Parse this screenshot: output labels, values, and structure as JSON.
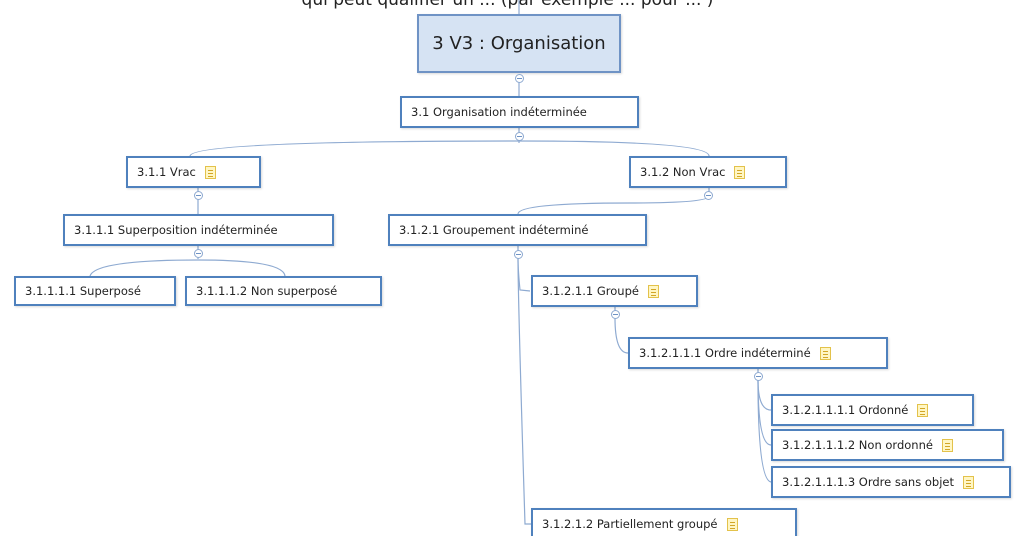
{
  "header": {
    "cut_text": "qui peut qualifier un ... (par exemple ... pour ... )"
  },
  "nodes": {
    "root": "3 V3 : Organisation",
    "n_3_1": "3.1  Organisation indéterminée",
    "n_3_1_1": "3.1.1  Vrac",
    "n_3_1_2": "3.1.2  Non Vrac",
    "n_3_1_1_1": "3.1.1.1  Superposition indéterminée",
    "n_3_1_1_1_1": "3.1.1.1.1  Superposé",
    "n_3_1_1_1_2": "3.1.1.1.2  Non superposé",
    "n_3_1_2_1": "3.1.2.1  Groupement indéterminé",
    "n_3_1_2_1_1": "3.1.2.1.1  Groupé",
    "n_3_1_2_1_1_1": "3.1.2.1.1.1  Ordre indéterminé",
    "n_3_1_2_1_1_1_1": "3.1.2.1.1.1.1  Ordonné",
    "n_3_1_2_1_1_1_2": "3.1.2.1.1.1.2  Non ordonné",
    "n_3_1_2_1_1_1_3": "3.1.2.1.1.1.3  Ordre sans objet",
    "n_3_1_2_1_2": "3.1.2.1.2  Partiellement groupé"
  },
  "icons": {
    "note": "note-icon",
    "collapse": "collapse-toggle-icon"
  },
  "colors": {
    "border": "#4f81bd",
    "root_fill": "#d6e3f3",
    "connector": "#8eaad1"
  }
}
